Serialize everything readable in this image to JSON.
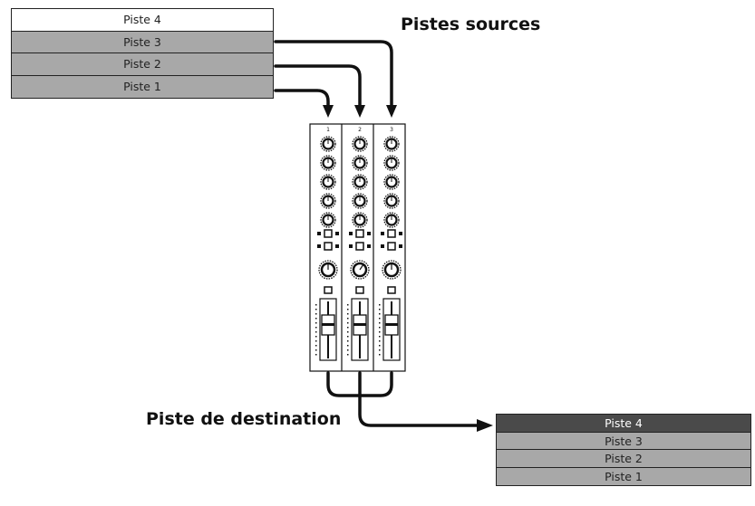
{
  "labels": {
    "sources": "Pistes sources",
    "destination": "Piste de destination"
  },
  "source_tracks": [
    "Piste 4",
    "Piste 3",
    "Piste 2",
    "Piste 1"
  ],
  "destination_tracks": [
    "Piste 4",
    "Piste 3",
    "Piste 2",
    "Piste 1"
  ],
  "mixer": {
    "channel_numbers": [
      "1",
      "2",
      "3"
    ]
  }
}
